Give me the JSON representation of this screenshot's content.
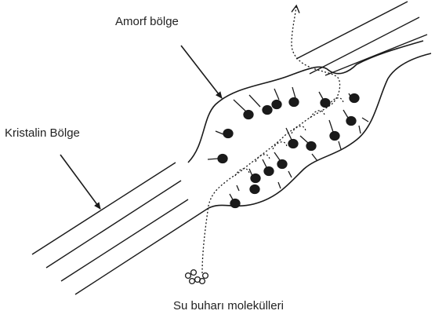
{
  "labels": {
    "amorphous_region": "Amorf bölge",
    "crystalline_region": "Kristalin Bölge",
    "water_vapor_molecules": "Su buharı molekülleri"
  }
}
